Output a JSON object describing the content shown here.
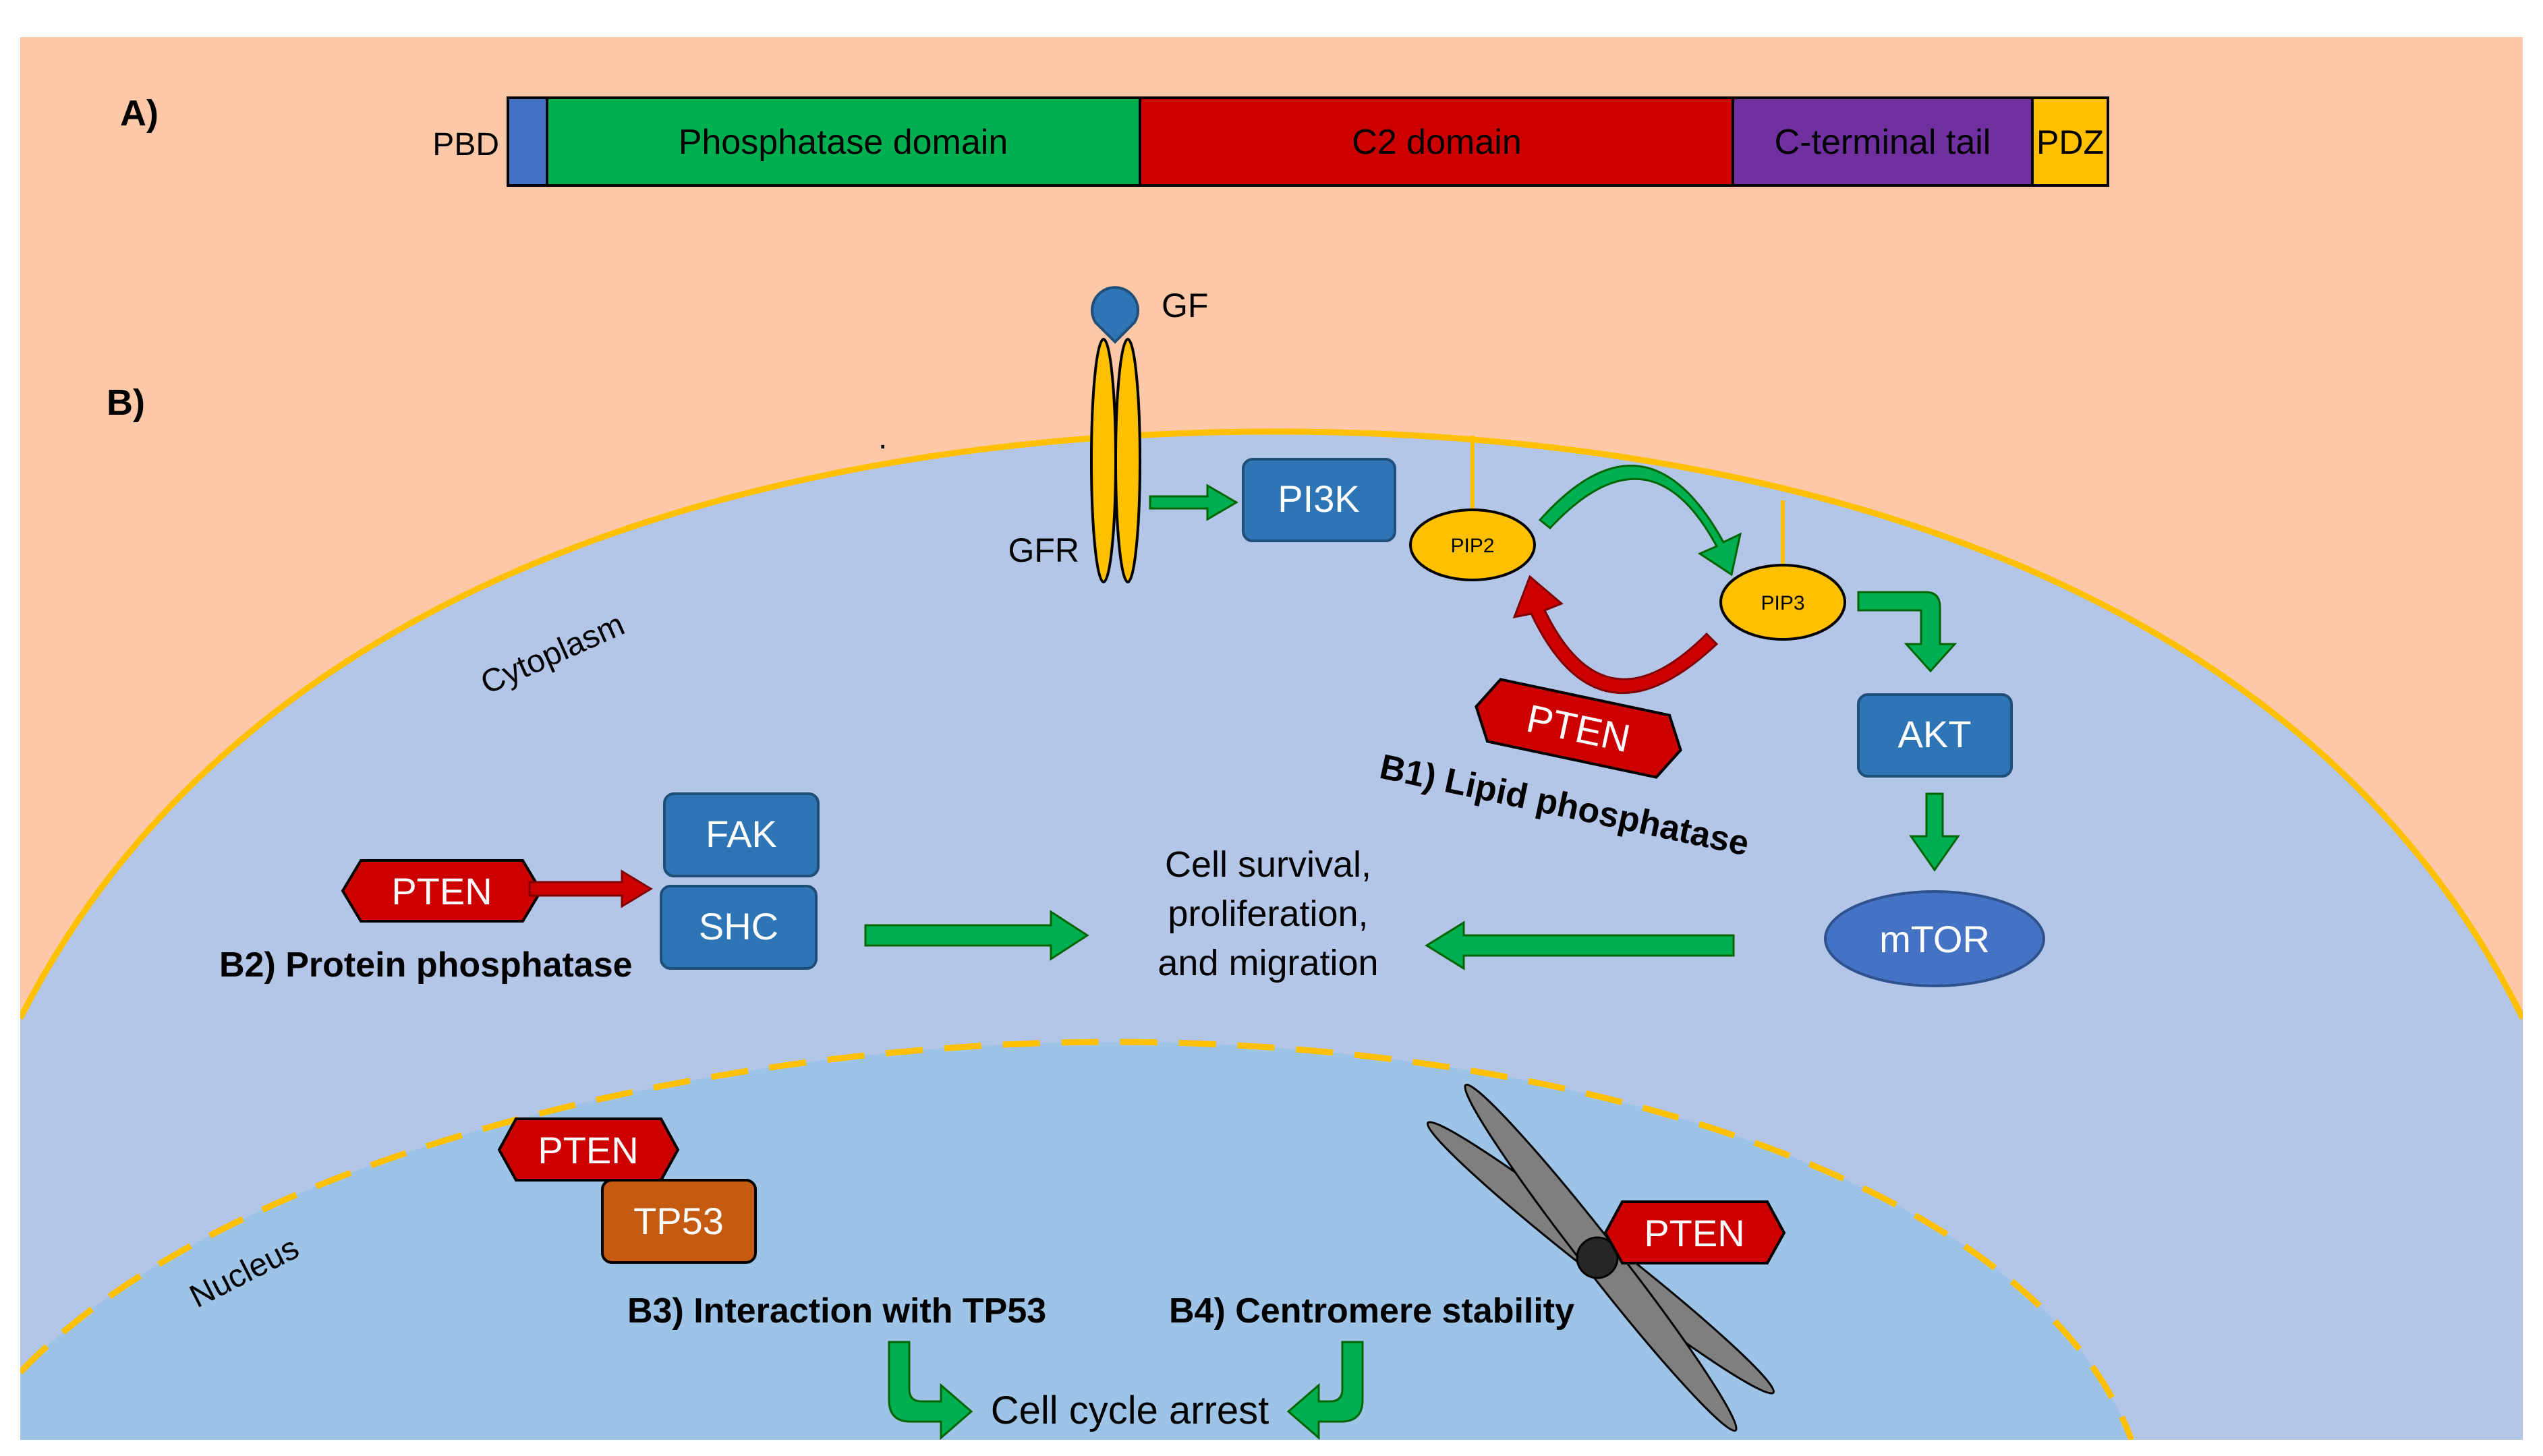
{
  "colors": {
    "background_outer": "#FCC8A8",
    "cytoplasm": "#B4C6E8",
    "nucleus": "#9DC3E6",
    "membrane": "#FFC000",
    "pbd": "#4472C4",
    "phosphatase": "#00B050",
    "c2": "#CC0000",
    "ctail": "#7030A0",
    "pdz": "#FFC000",
    "box_blue": "#2E75B6",
    "pten_red": "#CC0000",
    "tp53_orange": "#C55A11",
    "mtor": "#4472C4",
    "arrow_green": "#00B050",
    "arrow_red": "#CC0000",
    "chromosome": "#7F7F7F"
  },
  "panel_a": {
    "label": "A)",
    "pbd_label": "PBD",
    "domains": [
      {
        "name": "",
        "key": "pbd"
      },
      {
        "name": "Phosphatase domain",
        "key": "phosphatase"
      },
      {
        "name": "C2 domain",
        "key": "c2"
      },
      {
        "name": "C-terminal tail",
        "key": "ctail"
      },
      {
        "name": "PDZ",
        "key": "pdz"
      }
    ]
  },
  "panel_b": {
    "label": "B)",
    "dot": ".",
    "cytoplasm_label": "Cytoplasm",
    "nucleus_label": "Nucleus",
    "gf": "GF",
    "gfr": "GFR",
    "pi3k": "PI3K",
    "pip2": "PIP2",
    "pip3": "PIP3",
    "akt": "AKT",
    "mtor": "mTOR",
    "pten": "PTEN",
    "fak": "FAK",
    "shc": "SHC",
    "tp53": "TP53",
    "b1": "B1) Lipid phosphatase",
    "b2": "B2) Protein phosphatase",
    "b3": "B3) Interaction with TP53",
    "b4": "B4) Centromere stability",
    "outcome_lines": [
      "Cell survival,",
      "proliferation,",
      "and migration"
    ],
    "cell_cycle": "Cell cycle arrest"
  }
}
